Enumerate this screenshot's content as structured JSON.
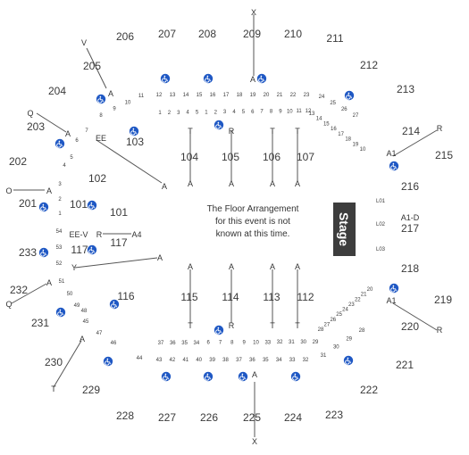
{
  "note_lines": [
    "The Floor Arrangement",
    "for this event is not",
    "known at this time."
  ],
  "stage_label": "Stage",
  "colors": {
    "accessible_blue": "#1f58c4",
    "stage_fill": "#3d3d3d",
    "text": "#3a3a3a"
  },
  "icons": {
    "accessible": "wheelchair-icon"
  },
  "sections": {
    "upper_north": [
      "206",
      "207",
      "208",
      "209",
      "210",
      "211"
    ],
    "upper_east": [
      "212",
      "213",
      "214",
      "215",
      "216",
      "217",
      "218",
      "219",
      "220",
      "221",
      "222"
    ],
    "upper_south": [
      "223",
      "224",
      "225",
      "226",
      "227",
      "228",
      "229"
    ],
    "upper_west": [
      "230",
      "231",
      "232",
      "233",
      "201",
      "202",
      "203",
      "204",
      "205"
    ],
    "lower": [
      "101",
      "102",
      "103",
      "116",
      "117"
    ],
    "floor_north": [
      "104",
      "105",
      "106",
      "107"
    ],
    "floor_south": [
      "115",
      "114",
      "113",
      "112"
    ]
  },
  "markers": {
    "x": "X",
    "v": "V",
    "q": "Q",
    "t": "T",
    "r": "R",
    "a": "A",
    "ee": "EE",
    "eev": "EE-V",
    "y": "Y",
    "a4": "A4",
    "a1": "A1",
    "a1d": "A1-D",
    "l01": "L01",
    "l02": "L02",
    "l03": "L03"
  },
  "rows": {
    "north_outer": [
      "12",
      "13",
      "14",
      "15",
      "16",
      "17",
      "18",
      "19",
      "20",
      "21",
      "22",
      "23"
    ],
    "north_inner": [
      "1",
      "2",
      "3",
      "4",
      "5",
      "1",
      "2",
      "3",
      "4",
      "5",
      "6",
      "7",
      "8",
      "9",
      "10",
      "11",
      "12"
    ],
    "ne_outer": [
      "24",
      "25",
      "26",
      "27"
    ],
    "ne_inner": [
      "13",
      "14",
      "15",
      "16",
      "17",
      "18",
      "19",
      "10"
    ],
    "nw_outer": [
      "8",
      "9",
      "10",
      "11"
    ],
    "nw_inner": [
      "6",
      "7"
    ],
    "west_outer": [
      "4",
      "5",
      "3",
      "2",
      "1"
    ],
    "west_mid": [
      "54",
      "53",
      "52",
      "51",
      "50",
      "49",
      "48"
    ],
    "sw_rows": [
      "45",
      "47",
      "46",
      "44"
    ],
    "south_outer": [
      "43",
      "42",
      "41",
      "40",
      "39",
      "38",
      "37",
      "36",
      "35",
      "34",
      "33",
      "32"
    ],
    "south_inner": [
      "37",
      "36",
      "35",
      "34",
      "6",
      "7",
      "8",
      "9",
      "10",
      "33",
      "32",
      "31",
      "30",
      "29"
    ],
    "se_inner": [
      "28",
      "27",
      "26",
      "25",
      "24",
      "23",
      "22",
      "21",
      "20"
    ],
    "se_outer": [
      "31",
      "30",
      "29",
      "28"
    ]
  }
}
